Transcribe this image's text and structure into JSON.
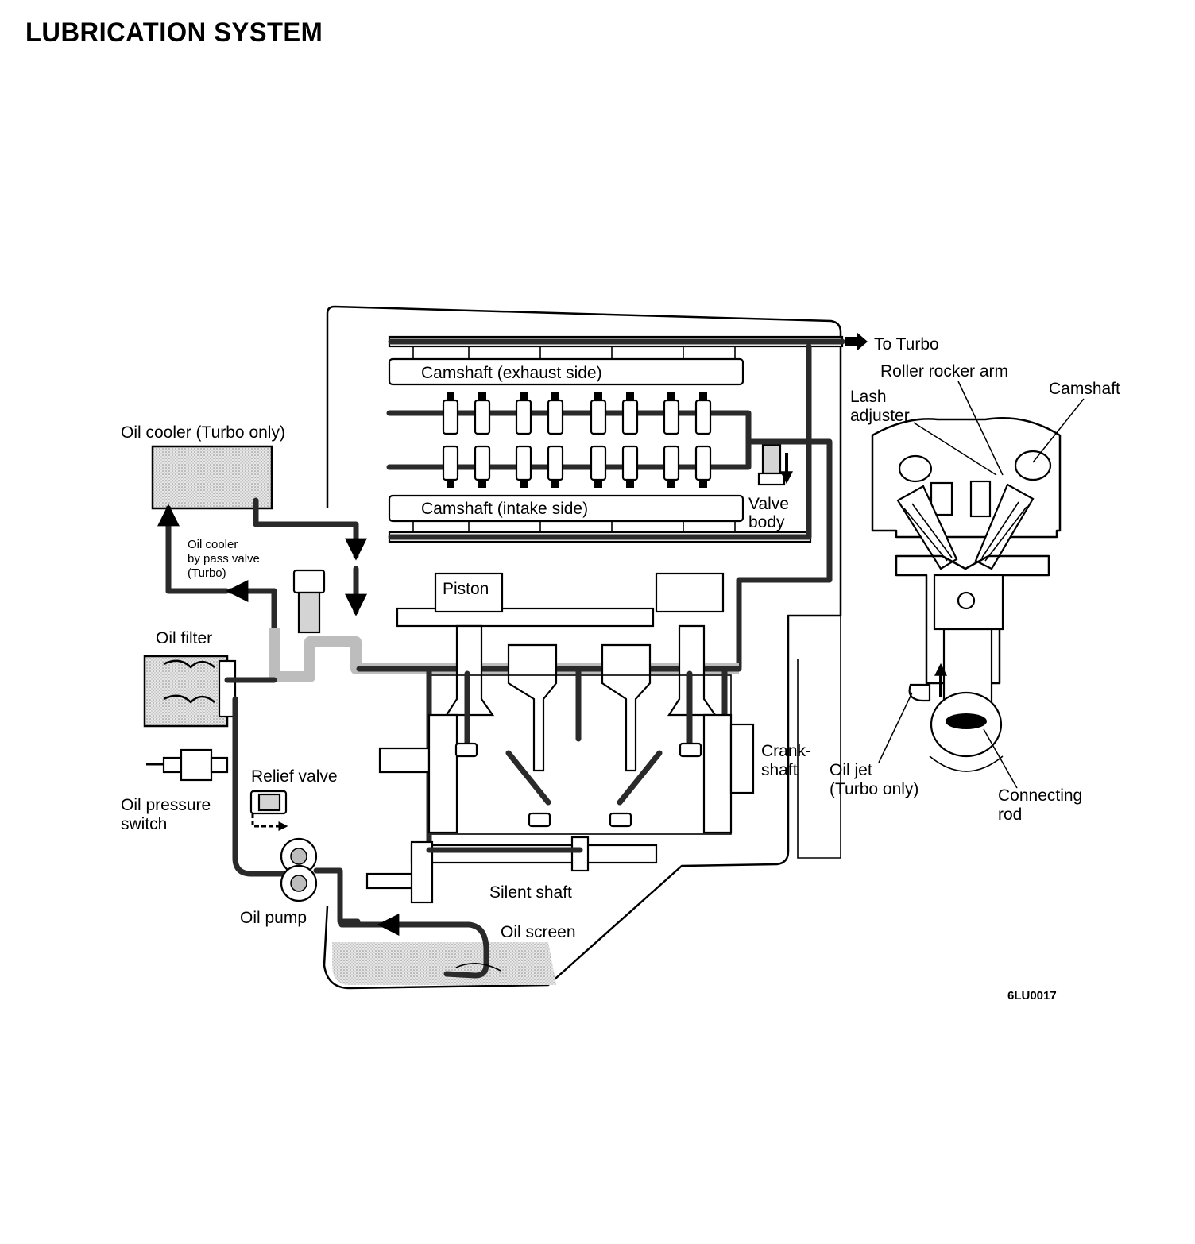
{
  "title": "LUBRICATION SYSTEM",
  "figure_code": "6LU0017",
  "labels": {
    "to_turbo": "To Turbo",
    "roller_rocker_arm": "Roller rocker arm",
    "camshaft_detail": "Camshaft",
    "lash_adjuster_1": "Lash",
    "lash_adjuster_2": "adjuster",
    "oil_cooler": "Oil cooler (Turbo only)",
    "camshaft_exhaust": "Camshaft (exhaust side)",
    "camshaft_intake": "Camshaft (intake side)",
    "valve_body_1": "Valve",
    "valve_body_2": "body",
    "bypass_valve_1": "Oil cooler",
    "bypass_valve_2": "by pass valve",
    "bypass_valve_3": "(Turbo)",
    "piston": "Piston",
    "oil_filter": "Oil filter",
    "crankshaft_1": "Crank-",
    "crankshaft_2": "shaft",
    "relief_valve": "Relief valve",
    "oil_pressure_switch_1": "Oil pressure",
    "oil_pressure_switch_2": "switch",
    "oil_jet_1": "Oil jet",
    "oil_jet_2": "(Turbo only)",
    "connecting_rod_1": "Connecting",
    "connecting_rod_2": "rod",
    "silent_shaft": "Silent shaft",
    "oil_pump": "Oil pump",
    "oil_screen": "Oil screen"
  }
}
